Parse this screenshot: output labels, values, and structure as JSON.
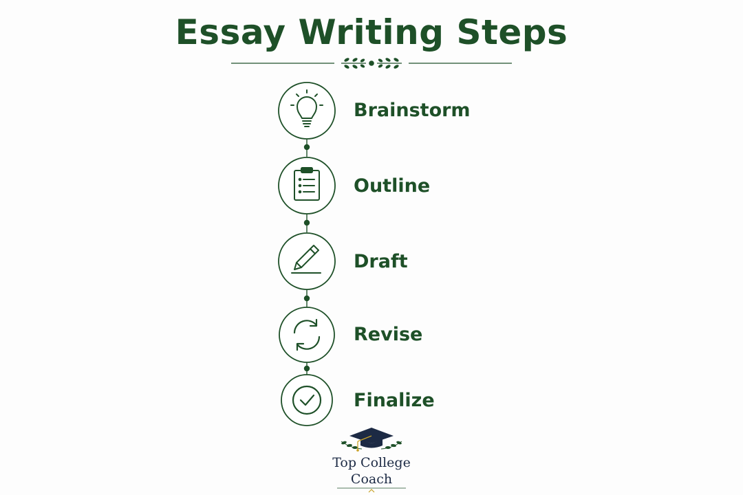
{
  "title": "Essay Writing Steps",
  "colors": {
    "primary": "#1e5028",
    "logo_navy": "#1c2a44",
    "background": "#fdfdfd"
  },
  "steps": [
    {
      "label": "Brainstorm",
      "icon": "lightbulb-icon"
    },
    {
      "label": "Outline",
      "icon": "clipboard-list-icon"
    },
    {
      "label": "Draft",
      "icon": "pencil-icon"
    },
    {
      "label": "Revise",
      "icon": "refresh-icon"
    },
    {
      "label": "Finalize",
      "icon": "check-circle-icon"
    }
  ],
  "logo": {
    "line1": "Top College",
    "line2": "Coach",
    "icon": "graduation-cap-icon"
  }
}
